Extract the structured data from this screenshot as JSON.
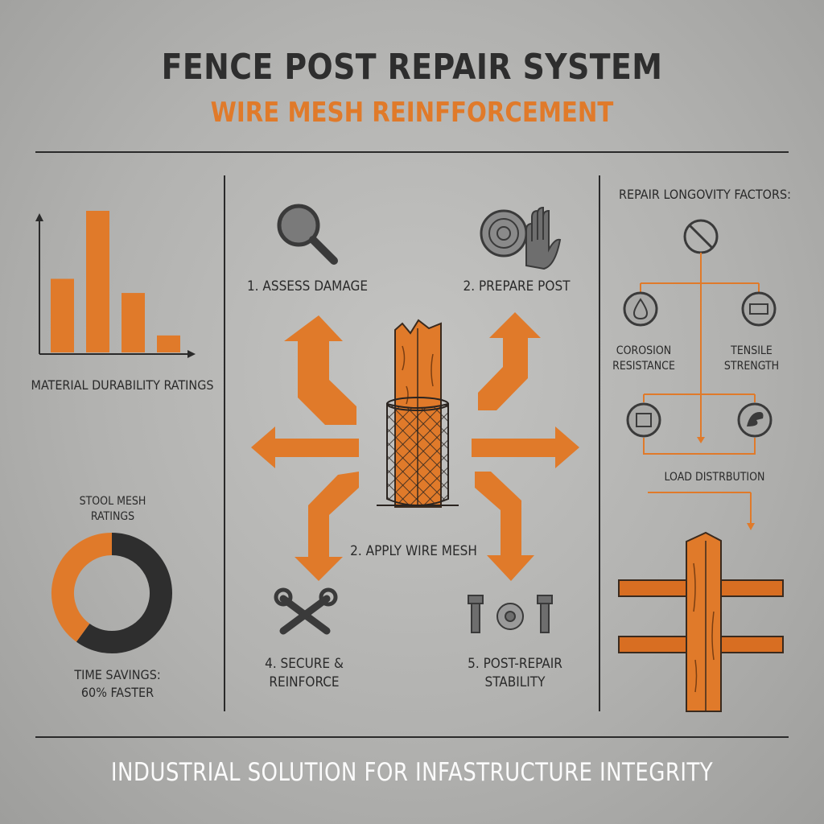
{
  "header": {
    "title": "FENCE POST REPAIR SYSTEM",
    "subtitle": "WIRE MESH REINFFORCEMENT"
  },
  "left_panel": {
    "bar_chart_caption": "MATERIAL DURABILITY RATINGS",
    "donut_caption": "STOOL MESH\nRATINGS",
    "time_savings": "TIME SAVINGS:\n60% FASTER"
  },
  "steps": [
    {
      "label": "1. ASSESS DAMAGE",
      "icon": "magnifier-icon"
    },
    {
      "label": "2. PREPARE POST",
      "icon": "mesh-roll-glove-icon"
    },
    {
      "label": "2. APPLY WIRE MESH",
      "icon": "post-mesh-icon"
    },
    {
      "label": "4. SECURE &\nREINFORCE",
      "icon": "wrench-screwdriver-icon"
    },
    {
      "label": "5. POST-REPAIR\nSTABILITY",
      "icon": "bolts-icon"
    }
  ],
  "right_panel": {
    "heading": "REPAIR LONGOVITY FACTORS:",
    "factors": [
      {
        "label": "COROSION\nRESISTANCE",
        "icon": "water-drop-icon"
      },
      {
        "label": "TENSILE\nSTRENGTH",
        "icon": "tension-icon"
      },
      {
        "label": "LOAD DISTRBUTION",
        "icon": "load-icon"
      }
    ]
  },
  "footer": {
    "tagline": "INDUSTRIAL SOLUTION FOR INFASTRUCTURE INTEGRITY"
  },
  "colors": {
    "accent": "#e07a2a",
    "dark": "#2e2e2e",
    "background": "#b6b6b4"
  },
  "chart_data": [
    {
      "type": "bar",
      "title": "MATERIAL DURABILITY RATINGS",
      "categories": [
        "",
        "",
        "",
        ""
      ],
      "values": [
        52,
        100,
        42,
        12
      ],
      "ylim": [
        0,
        100
      ],
      "grid": false
    },
    {
      "type": "pie",
      "title": "STOOL MESH RATINGS",
      "donut": true,
      "values": [
        60,
        40
      ],
      "colors": [
        "#2e2e2e",
        "#e07a2a"
      ]
    }
  ]
}
